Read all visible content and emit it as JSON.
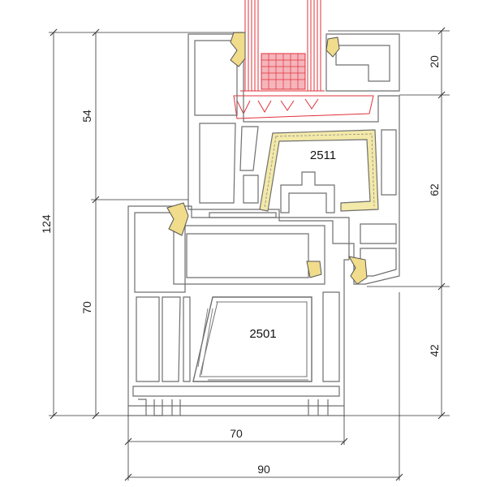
{
  "dimensions": {
    "top_sash": "20",
    "sash_height": "62",
    "frame_lower": "42",
    "glass_to_frame": "54",
    "frame_height": "70",
    "total_height": "124",
    "frame_width": "70",
    "total_width": "90"
  },
  "parts": {
    "sash_reinforcement": "2511",
    "frame_reinforcement": "2501"
  },
  "colors": {
    "profile": "#6f6f6f",
    "glass": "#e0303a",
    "sash_steel": "#f3e9a8",
    "dimension": "#333333"
  }
}
